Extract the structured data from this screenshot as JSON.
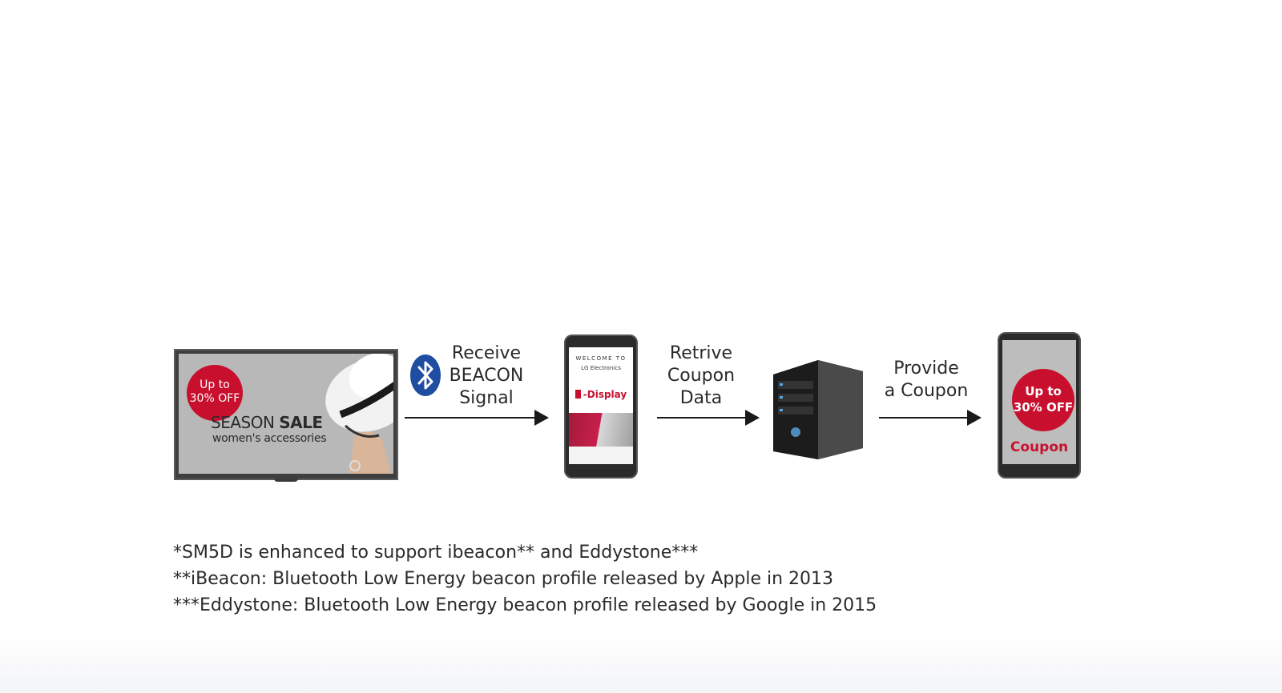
{
  "display": {
    "badge_line1": "Up to",
    "badge_line2": "30% OFF",
    "title_prefix": "SEASON",
    "title_bold": "SALE",
    "subtitle": "women's accessories"
  },
  "steps": {
    "receive": [
      "Receive",
      "BEACON",
      "Signal"
    ],
    "retrieve": [
      "Retrive",
      "Coupon",
      "Data"
    ],
    "provide": [
      "Provide",
      "a Coupon"
    ]
  },
  "phone_app": {
    "welcome": "WELCOME TO",
    "brand": "LG Electronics",
    "app_name": "-Display"
  },
  "coupon_phone": {
    "badge_line1": "Up to",
    "badge_line2": "30% OFF",
    "coupon_label": "Coupon"
  },
  "notes": [
    "*SM5D is enhanced to support ibeacon** and Eddystone***",
    "**iBeacon: Bluetooth Low Energy beacon profile released by Apple in 2013",
    "***Eddystone: Bluetooth Low Energy beacon profile released by Google in 2015"
  ],
  "colors": {
    "brand_red": "#c8102e",
    "bluetooth_blue": "#1f4da1",
    "text": "#2a2a2a"
  },
  "icons": [
    "bluetooth-icon",
    "server-icon"
  ]
}
